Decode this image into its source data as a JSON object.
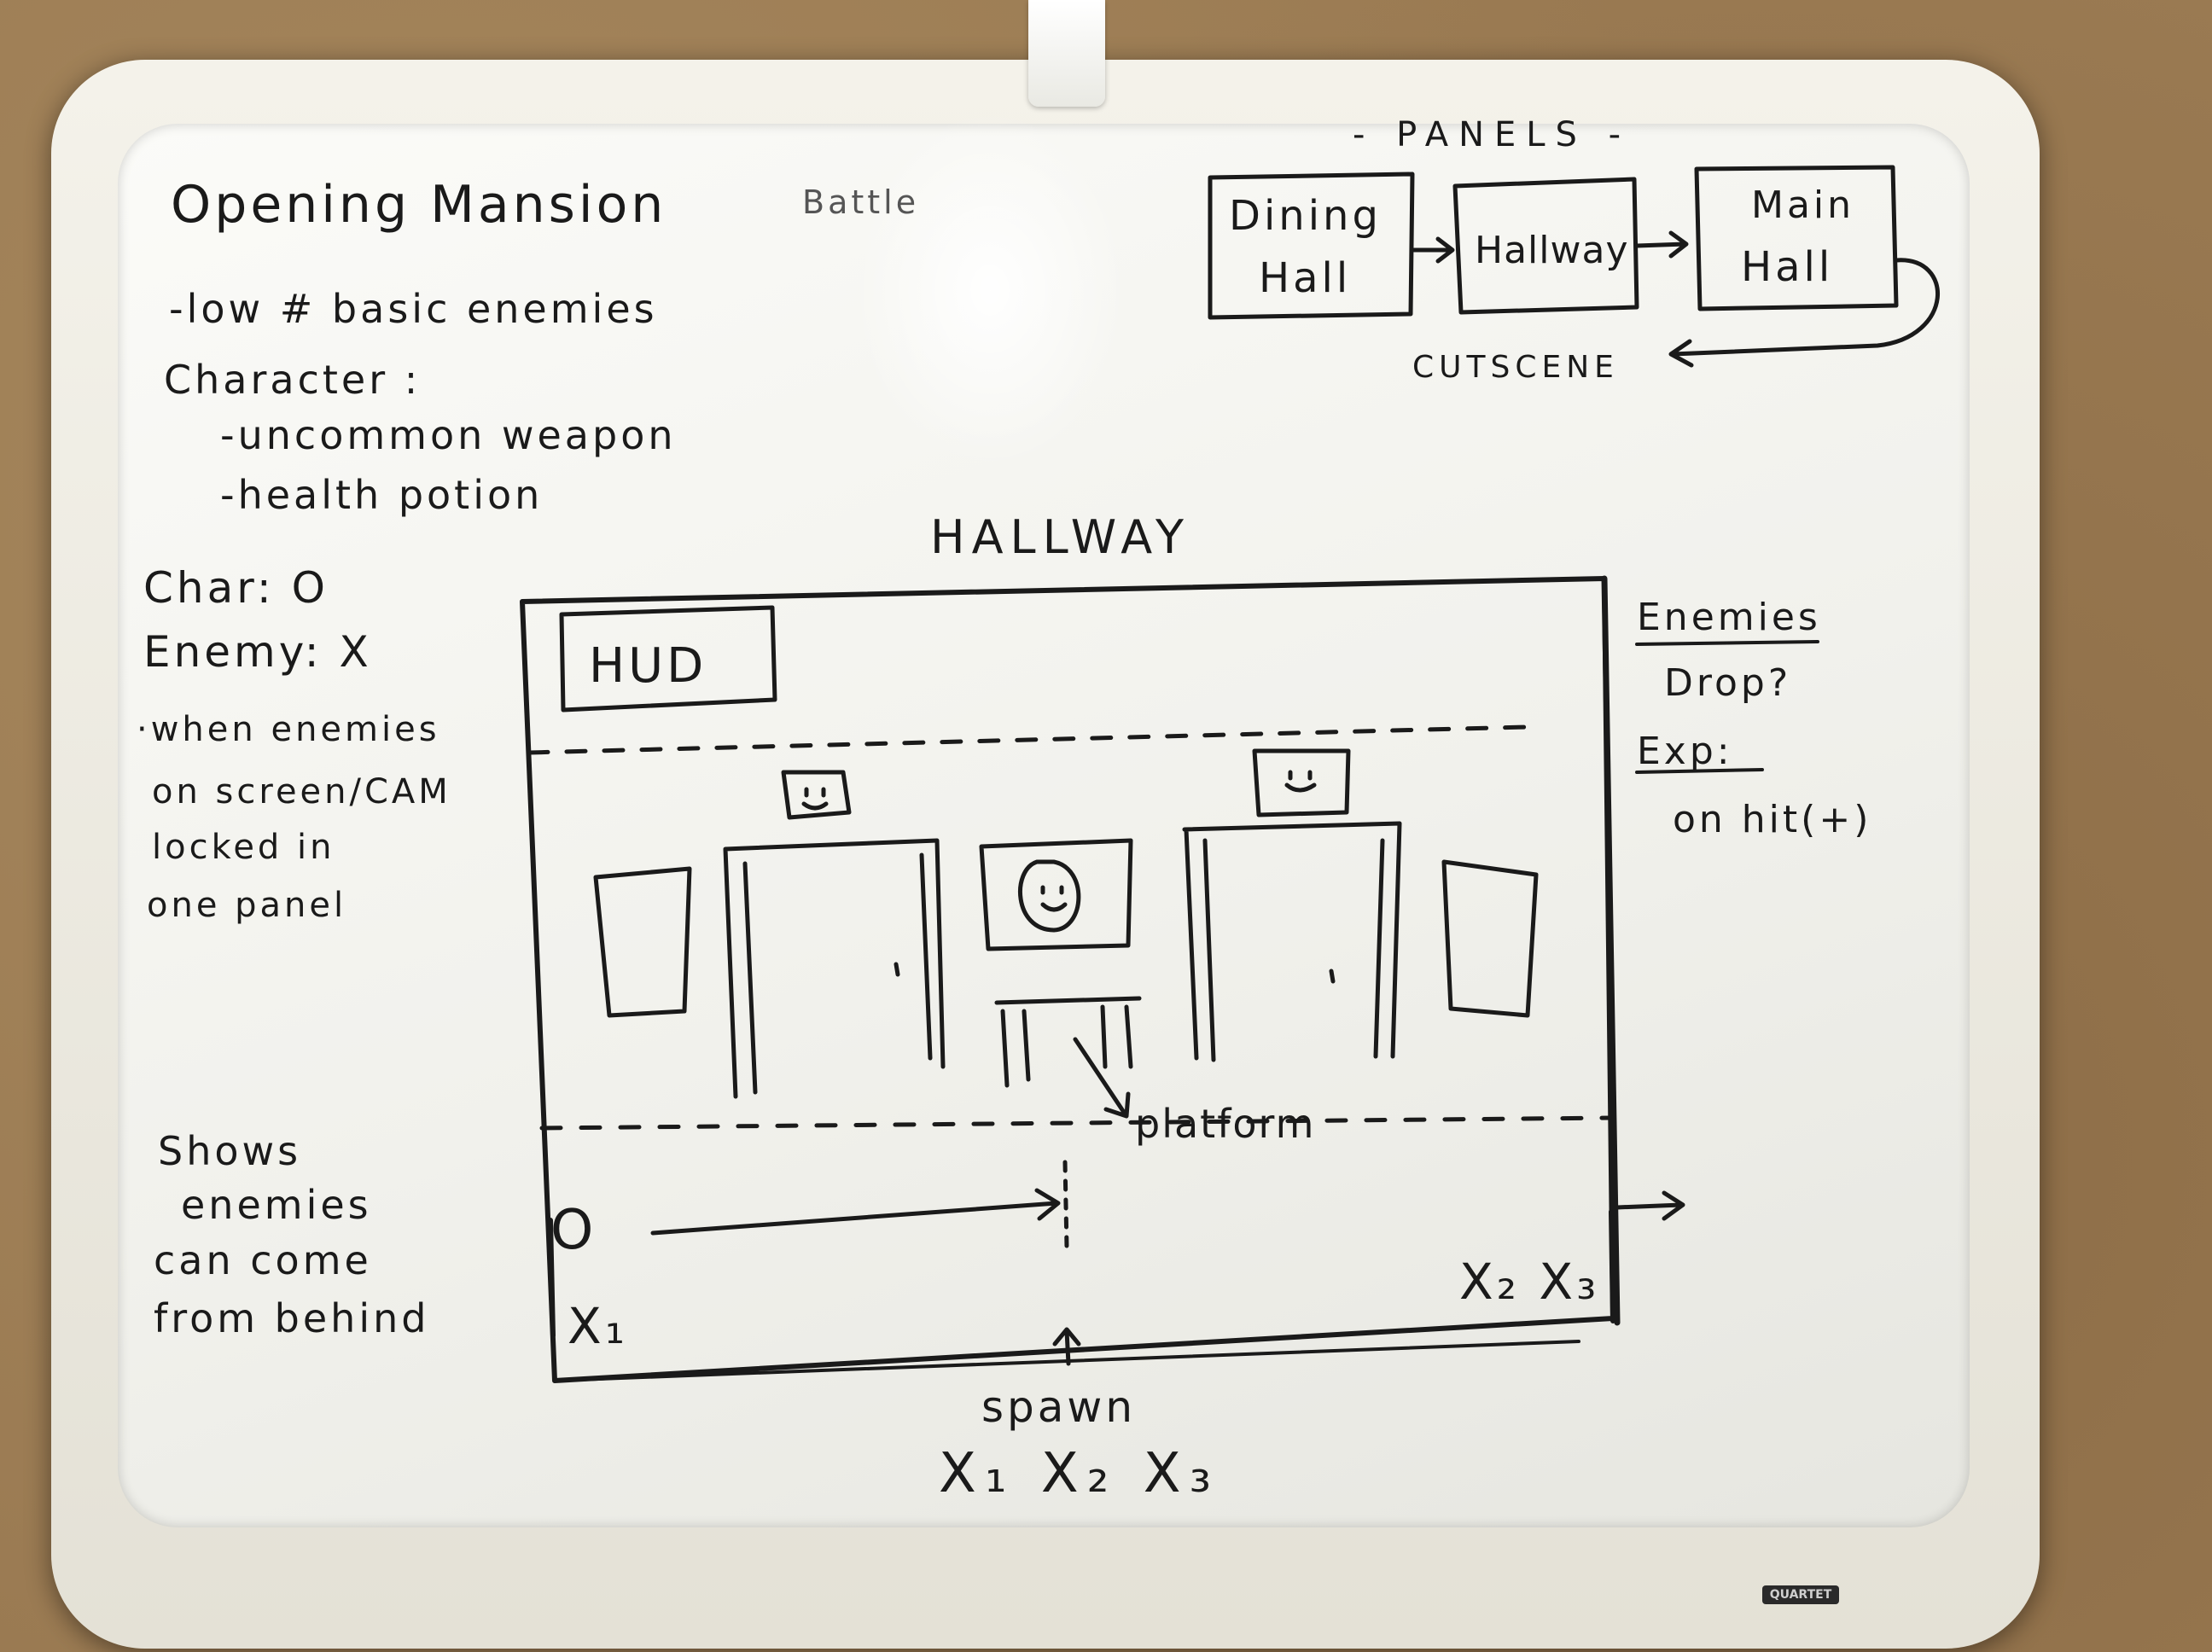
{
  "title": {
    "main": "Opening Mansion",
    "suffix": "Battle"
  },
  "notes": {
    "enemies_line": "-low # basic enemies",
    "character_header": "Character :",
    "character_items": [
      "-uncommon weapon",
      "-health potion"
    ]
  },
  "legend": {
    "char": "Char: O",
    "enemy": "Enemy: X",
    "camera_note": [
      "·when enemies",
      "on screen/CAM",
      "locked in",
      "one panel"
    ]
  },
  "panels": {
    "header": "- PANELS -",
    "items": [
      [
        "Dining",
        "Hall"
      ],
      [
        "Hallway"
      ],
      [
        "Main",
        "Hall"
      ]
    ],
    "loop_label": "CUTSCENE"
  },
  "hallway": {
    "title": "HALLWAY",
    "hud": "HUD",
    "player_marker": "O",
    "spawn_marks": {
      "left": "X₁",
      "right": "X₂ X₃"
    },
    "platform_label": "platform"
  },
  "side_notes": {
    "enemies_header": "Enemies",
    "drop": "Drop?",
    "exp_header": "Exp:",
    "exp_value": "on hit(+)"
  },
  "behind_note": [
    "Shows",
    "enemies",
    "can come",
    "from behind"
  ],
  "spawn": {
    "label": "spawn",
    "values": "X₁ X₂ X₃"
  },
  "colors": {
    "ink": "#1a1a1a",
    "board": "#f6f6f2",
    "frame": "#ecebe3",
    "wall": "#9a7a52"
  }
}
